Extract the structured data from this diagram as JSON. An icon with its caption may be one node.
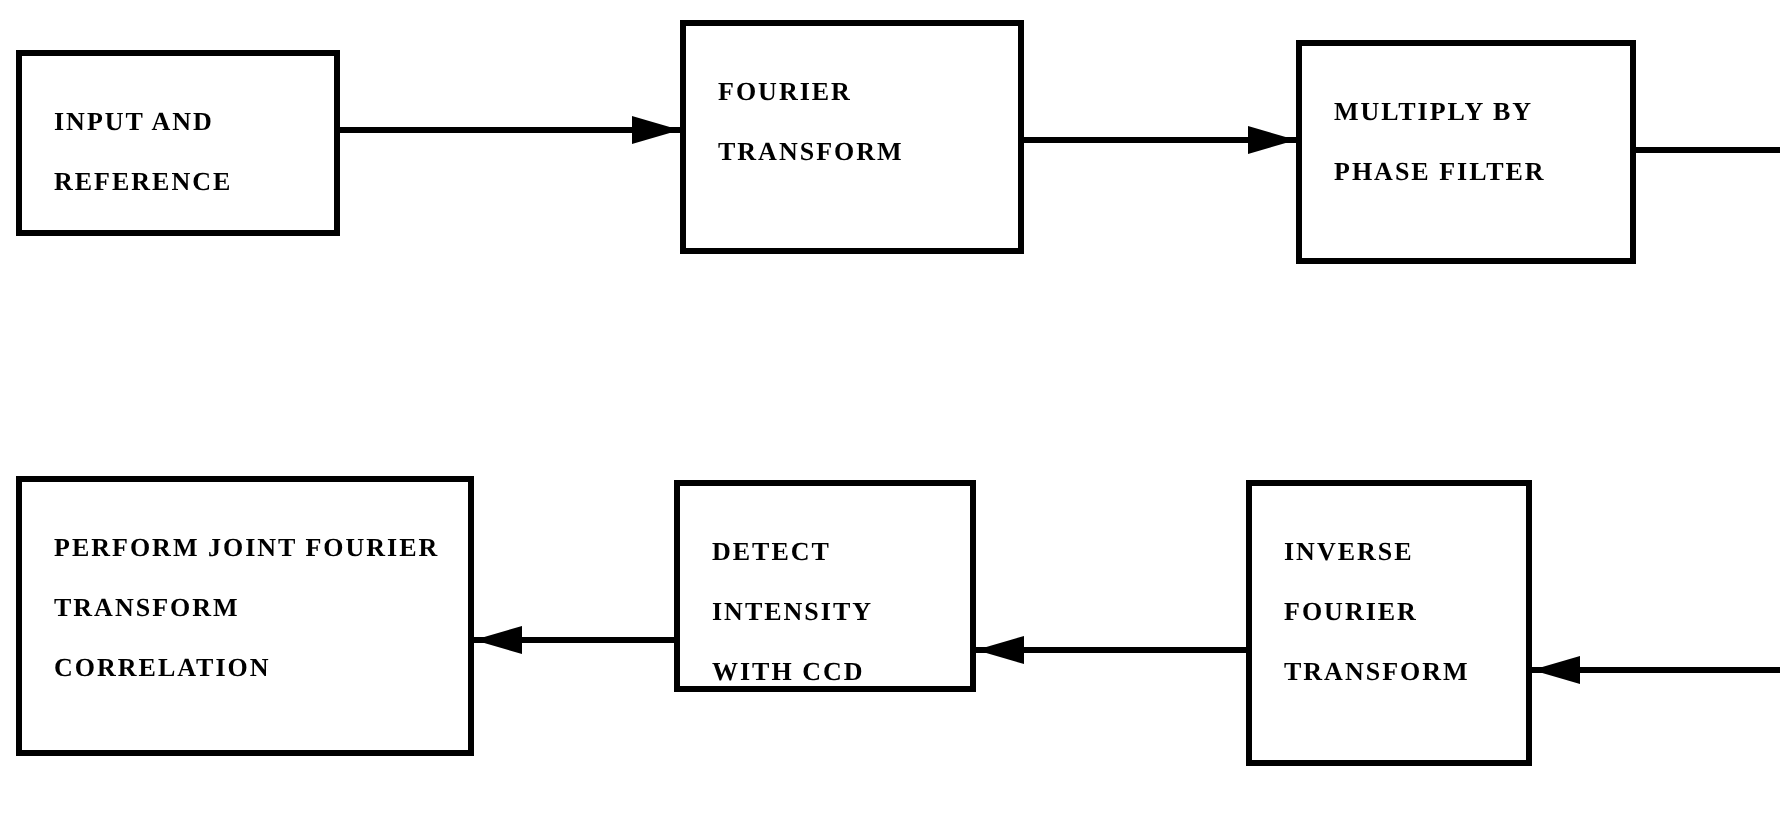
{
  "diagram": {
    "nodes": [
      {
        "text": [
          "INPUT AND REFERENCE"
        ]
      },
      {
        "text": [
          "FOURIER TRANSFORM"
        ]
      },
      {
        "text": [
          "MULTIPLY BY PHASE FILTER"
        ]
      },
      {
        "text": [
          "PERFORM JOINT FOURIER TRANSFORM CORRELATION"
        ]
      },
      {
        "text": [
          "DETECT INTENSITY WITH CCD"
        ]
      },
      {
        "text": [
          "INVERSE FOURIER TRANSFORM"
        ]
      }
    ],
    "edges": [
      {
        "from": 0,
        "to": 1,
        "arrow": "to"
      },
      {
        "from": 1,
        "to": 2,
        "arrow": "to"
      },
      {
        "from": 2,
        "to": null,
        "arrow": "none"
      },
      {
        "from": null,
        "to": 5,
        "arrow": "to"
      },
      {
        "from": 5,
        "to": 4,
        "arrow": "to"
      },
      {
        "from": 4,
        "to": 3,
        "arrow": "to"
      }
    ]
  }
}
